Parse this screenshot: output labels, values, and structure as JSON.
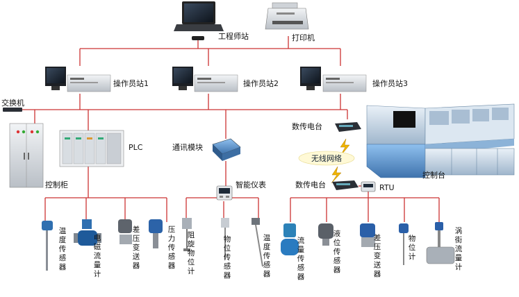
{
  "colors": {
    "line": "#cc3333",
    "device_gray": "#d4d8dc",
    "device_dark": "#2b2f36",
    "console_blue": "#5b8fc4",
    "wireless_fill": "#fff9d6"
  },
  "nodes": {
    "engineer_station": {
      "label": "工程师站",
      "icon": "laptop-icon"
    },
    "printer": {
      "label": "打印机",
      "icon": "printer-icon"
    },
    "operator_1": {
      "label": "操作员站1",
      "icon": "workstation-icon"
    },
    "operator_2": {
      "label": "操作员站2",
      "icon": "workstation-icon"
    },
    "operator_3": {
      "label": "操作员站3",
      "icon": "workstation-icon"
    },
    "switch": {
      "label": "交换机",
      "icon": "switch-icon"
    },
    "control_cabinet": {
      "label": "控制柜",
      "icon": "cabinet-icon"
    },
    "plc": {
      "label": "PLC",
      "icon": "plc-icon"
    },
    "comm_module": {
      "label": "通讯模块",
      "icon": "module-icon"
    },
    "smart_meter": {
      "label": "智能仪表",
      "icon": "meter-icon"
    },
    "radio_top": {
      "label": "数传电台",
      "icon": "radio-icon"
    },
    "radio_bottom": {
      "label": "数传电台",
      "icon": "radio-icon"
    },
    "wireless": {
      "label": "无线网络",
      "icon": "lightning-icon"
    },
    "rtu": {
      "label": "RTU",
      "icon": "rtu-icon"
    },
    "console": {
      "label": "控制台",
      "icon": "console-icon"
    }
  },
  "plc_sensors": [
    {
      "label": "温度传感器",
      "icon": "temperature-sensor-icon"
    },
    {
      "label": "电磁流量计",
      "icon": "flowmeter-icon"
    },
    {
      "label": "差压变送器",
      "icon": "dp-transmitter-icon"
    },
    {
      "label": "压力传感器",
      "icon": "pressure-sensor-icon"
    }
  ],
  "meter_sensors": [
    {
      "label": "阻旋物位计",
      "icon": "level-switch-icon"
    },
    {
      "label": "物位传感器",
      "icon": "level-sensor-icon"
    },
    {
      "label": "温度传感器",
      "icon": "temperature-probe-icon"
    }
  ],
  "rtu_sensors": [
    {
      "label": "流量传感器",
      "icon": "flow-sensor-icon"
    },
    {
      "label": "液位传感器",
      "icon": "liquid-level-icon"
    },
    {
      "label": "差压变送器",
      "icon": "dp-transmitter-icon"
    },
    {
      "label": "物位计",
      "icon": "level-gauge-icon"
    },
    {
      "label": "涡街流量计",
      "icon": "vortex-flowmeter-icon"
    }
  ]
}
